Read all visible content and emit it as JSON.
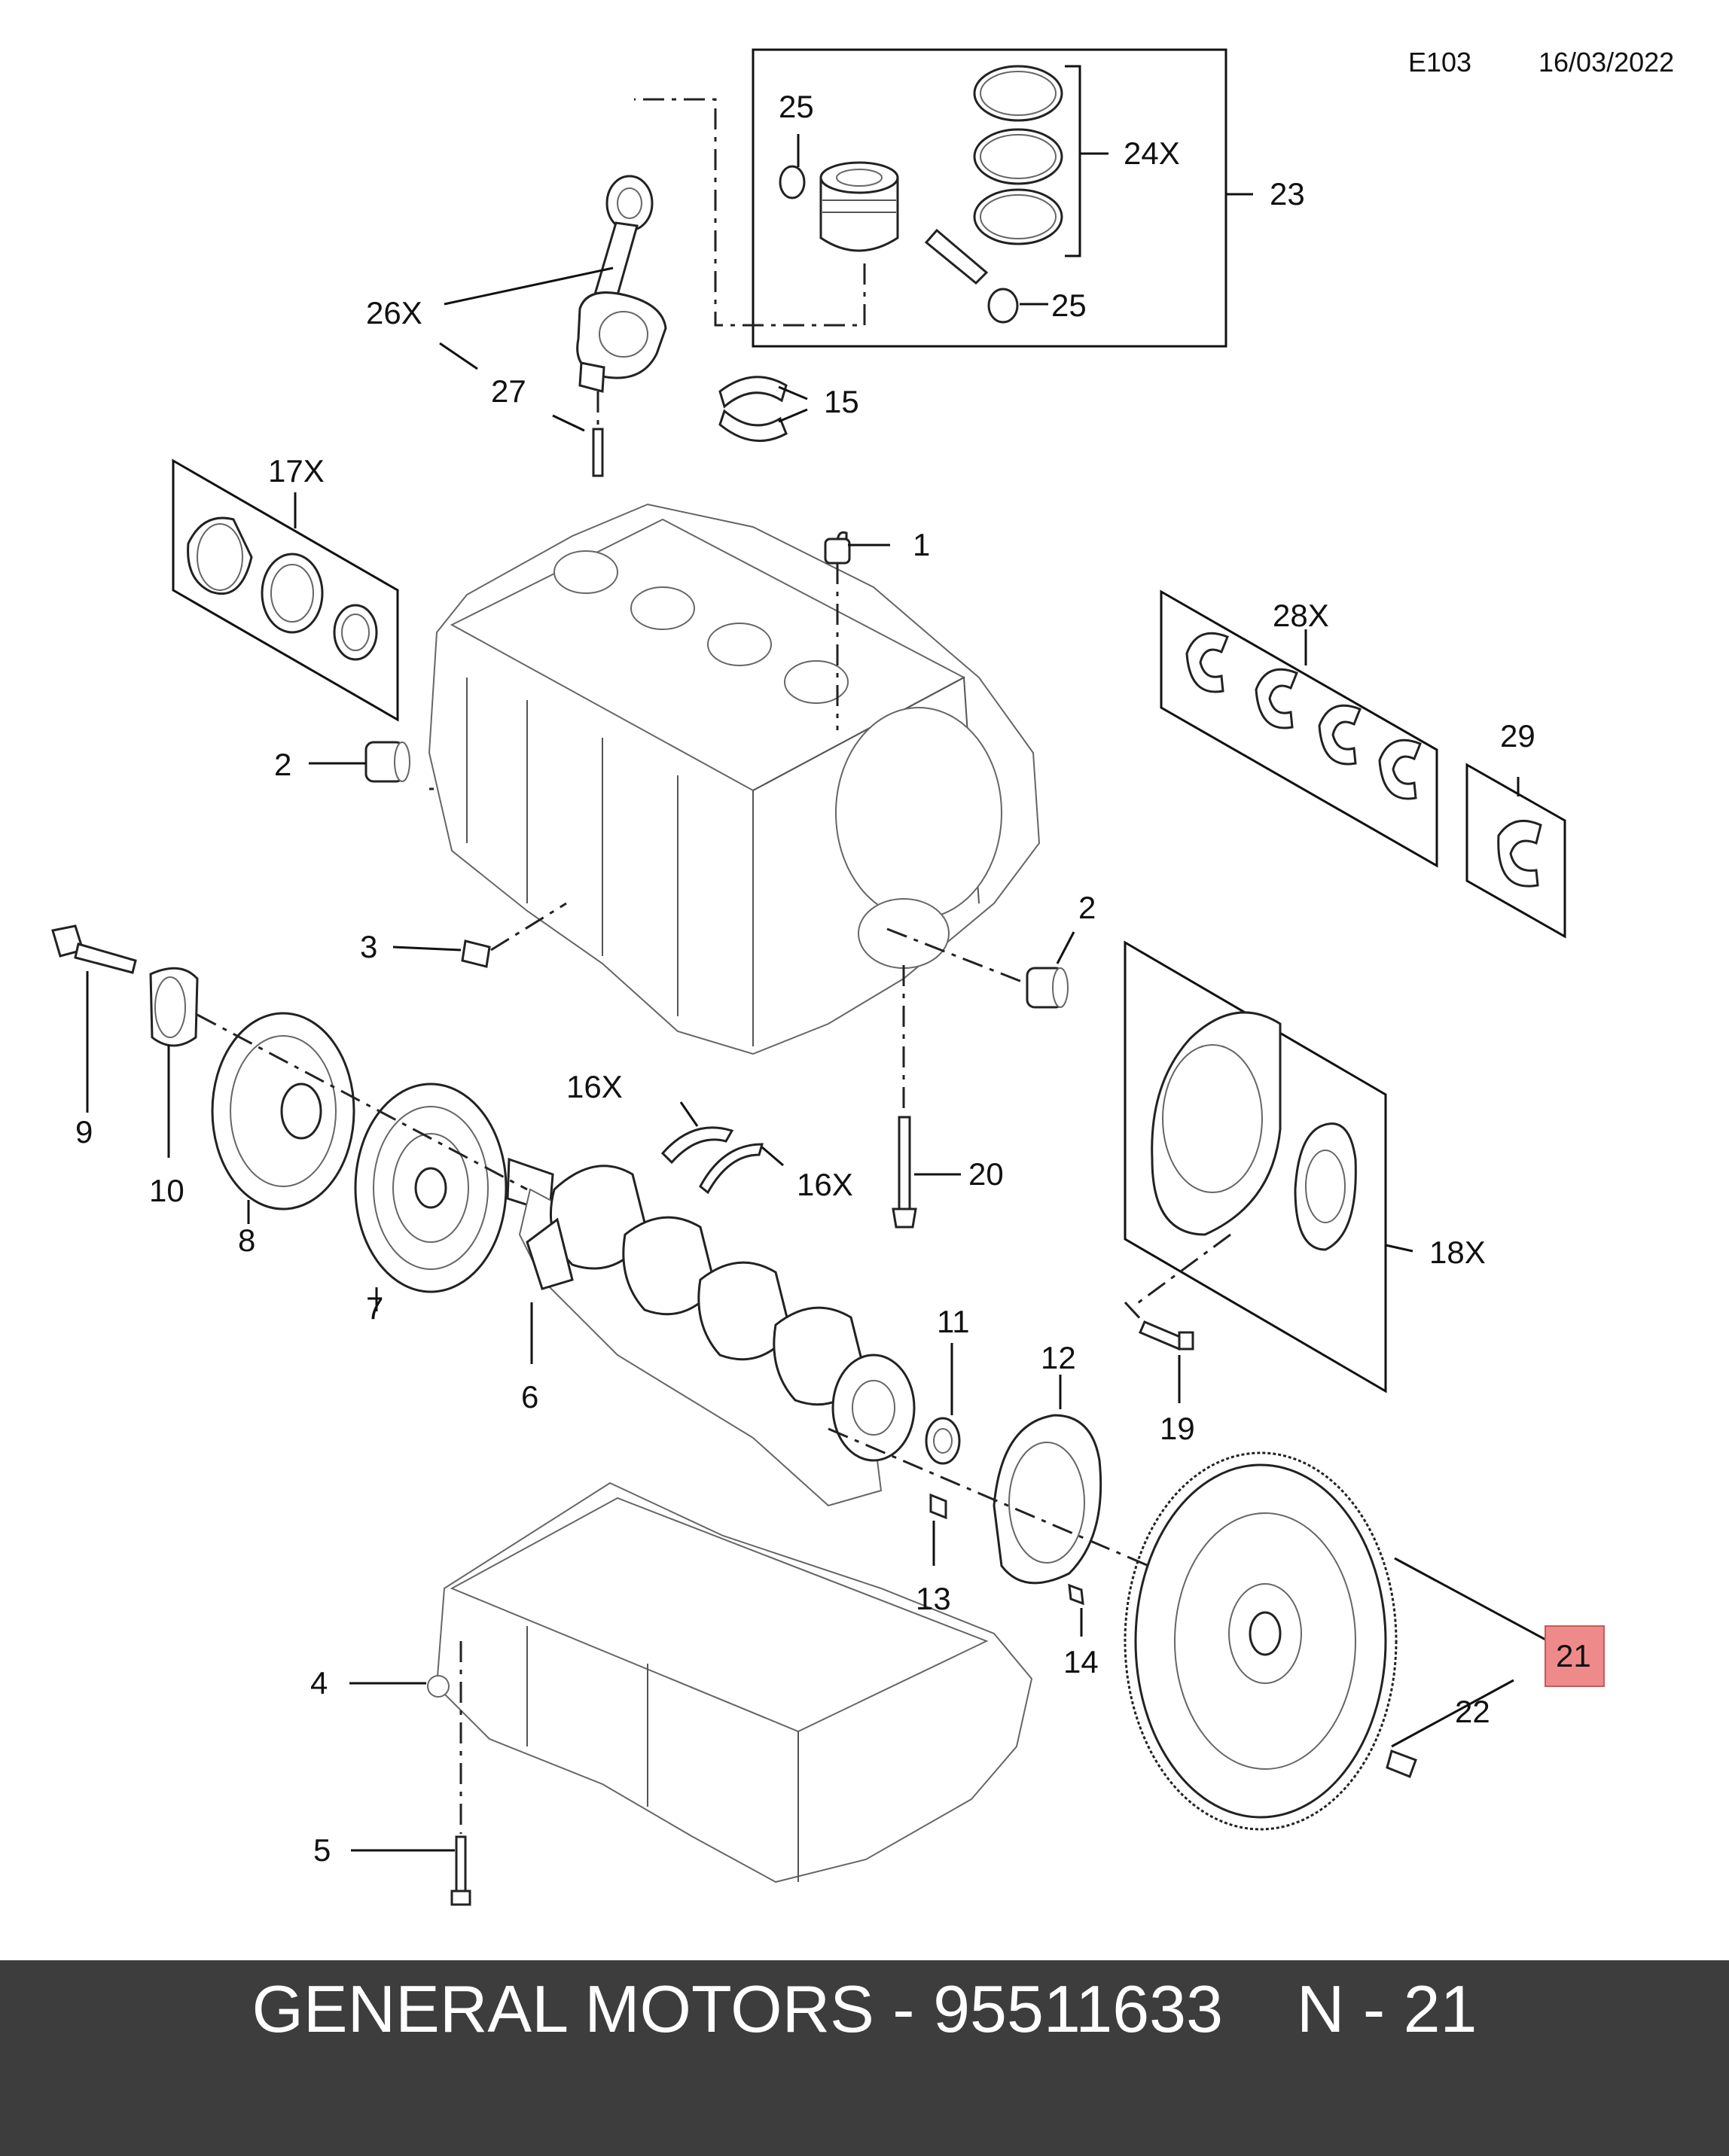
{
  "header": {
    "code": "E103",
    "date": "16/03/2022"
  },
  "callouts": {
    "c1": "1",
    "c2a": "2",
    "c2b": "2",
    "c3": "3",
    "c4": "4",
    "c5": "5",
    "c6": "6",
    "c7": "7",
    "c8": "8",
    "c9": "9",
    "c10": "10",
    "c11": "11",
    "c12": "12",
    "c13": "13",
    "c14": "14",
    "c15": "15",
    "c16a": "16X",
    "c16b": "16X",
    "c17": "17X",
    "c18": "18X",
    "c19": "19",
    "c20": "20",
    "c21": "21",
    "c22": "22",
    "c23": "23",
    "c24": "24X",
    "c25a": "25",
    "c25b": "25",
    "c26": "26X",
    "c27": "27",
    "c28": "28X",
    "c29": "29"
  },
  "highlight_color": "#ef8a8a",
  "footer": {
    "brand": "GENERAL MOTORS",
    "sep": " - ",
    "part_number": "95511633",
    "gap": "    ",
    "ref": "N - 21"
  }
}
